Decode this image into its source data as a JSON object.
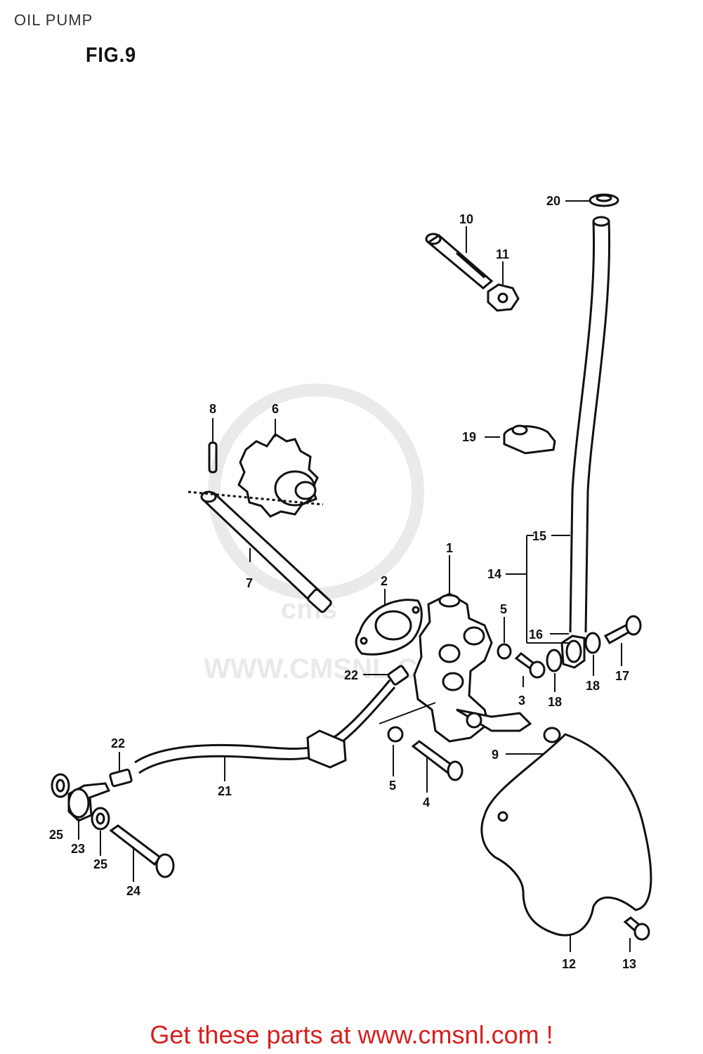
{
  "header": {
    "title": "OIL PUMP",
    "figure": "FIG.9"
  },
  "watermark": {
    "text": "WWW.CMSNL.COM",
    "logo_text": "cms"
  },
  "callouts": [
    "1",
    "2",
    "3",
    "4",
    "5",
    "5",
    "6",
    "7",
    "8",
    "9",
    "10",
    "11",
    "12",
    "13",
    "14",
    "15",
    "16",
    "17",
    "18",
    "18",
    "19",
    "20",
    "21",
    "22",
    "22",
    "23",
    "24",
    "25",
    "25"
  ],
  "footer": {
    "cta": "Get these parts at www.cmsnl.com !"
  },
  "colors": {
    "footer_text": "#d62020",
    "line": "#111111",
    "watermark": "#d8d8d8"
  }
}
